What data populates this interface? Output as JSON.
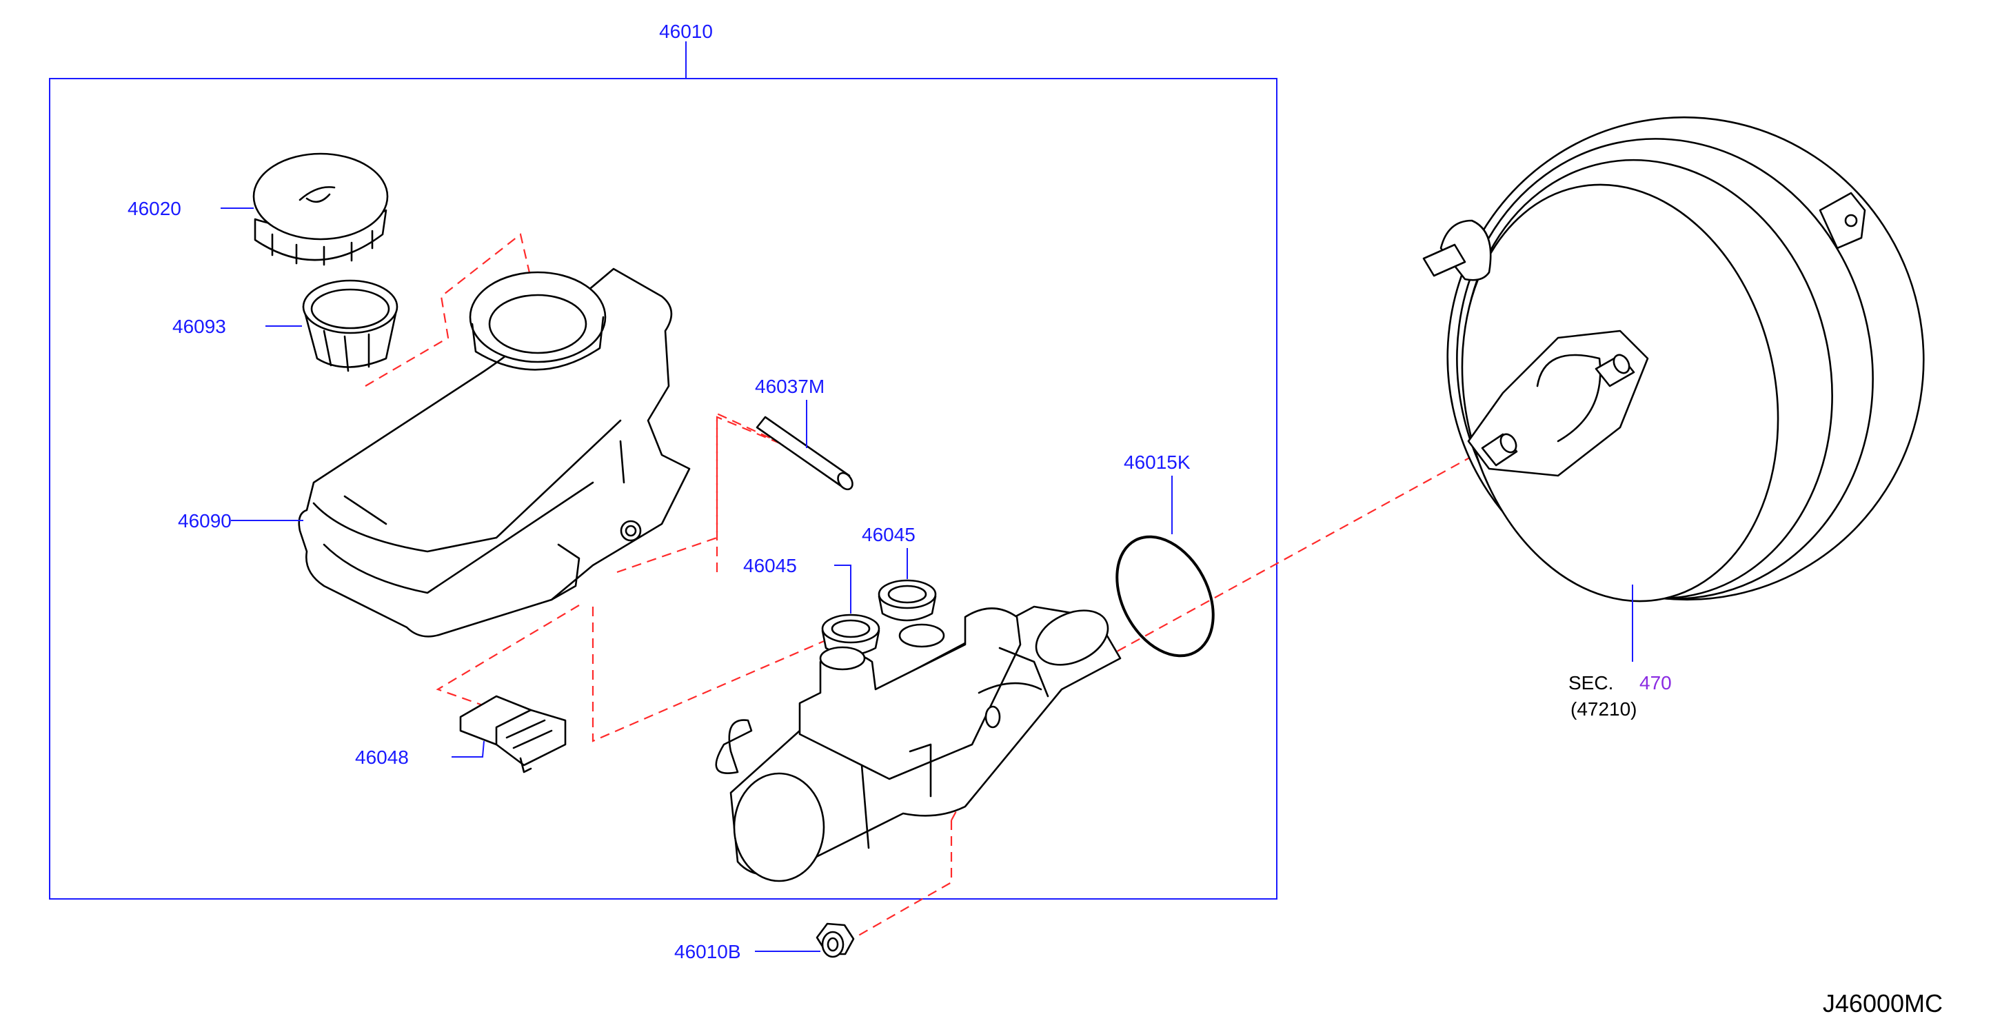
{
  "diagram": {
    "assembly_label": "46010",
    "drawing_code": "J46000MC",
    "colors": {
      "part_label": "#1a1aff",
      "frame": "#1a1aff",
      "dashed_line": "#ff2a2a",
      "section_number": "#8a2be2",
      "line_art": "#000000"
    },
    "parts": {
      "cap": "46020",
      "strainer": "46093",
      "reservoir": "46090",
      "pin": "46037M",
      "grommet_left": "46045",
      "grommet_right": "46045",
      "o_ring": "46015K",
      "sensor": "46048",
      "nut": "46010B"
    },
    "booster": {
      "sec_label": "SEC.",
      "sec_number": "470",
      "sub_number": "(47210)"
    }
  }
}
